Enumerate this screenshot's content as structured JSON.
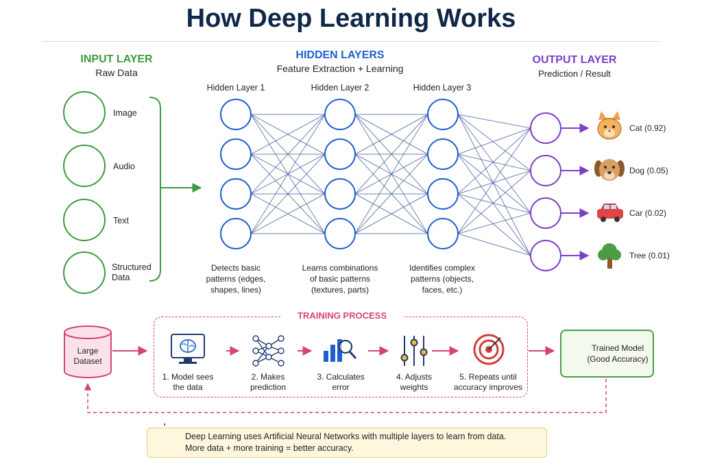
{
  "title": "How Deep Learning Works",
  "input_layer": {
    "title": "INPUT LAYER",
    "subtitle": "Raw Data",
    "items": [
      {
        "label": "Image",
        "icon": "image-icon"
      },
      {
        "label": "Audio",
        "icon": "audio-waveform-icon"
      },
      {
        "label": "Text",
        "icon": "document-icon"
      },
      {
        "label": "Structured Data",
        "icon": "table-icon"
      }
    ]
  },
  "hidden_layers": {
    "title": "HIDDEN LAYERS",
    "subtitle": "Feature Extraction + Learning",
    "layers": [
      {
        "title": "Hidden Layer 1",
        "desc": [
          "Detects basic",
          "patterns (edges,",
          "shapes, lines)"
        ]
      },
      {
        "title": "Hidden Layer 2",
        "desc": [
          "Learns combinations",
          "of basic patterns",
          "(textures, parts)"
        ]
      },
      {
        "title": "Hidden Layer 3",
        "desc": [
          "Identifies complex",
          "patterns (objects,",
          "faces, etc.)"
        ]
      }
    ]
  },
  "output_layer": {
    "title": "OUTPUT LAYER",
    "subtitle": "Prediction / Result",
    "outputs": [
      {
        "label": "Cat (0.92)",
        "icon": "cat-icon"
      },
      {
        "label": "Dog (0.05)",
        "icon": "dog-icon"
      },
      {
        "label": "Car (0.02)",
        "icon": "car-icon"
      },
      {
        "label": "Tree (0.01)",
        "icon": "tree-icon"
      }
    ]
  },
  "training": {
    "title": "TRAINING PROCESS",
    "dataset_label": [
      "Large",
      "Dataset"
    ],
    "steps": [
      {
        "label": [
          "1. Model sees",
          "the data"
        ],
        "icon": "monitor-brain-icon"
      },
      {
        "label": [
          "2. Makes",
          "prediction"
        ],
        "icon": "network-icon"
      },
      {
        "label": [
          "3. Calculates",
          "error"
        ],
        "icon": "chart-magnifier-icon"
      },
      {
        "label": [
          "4. Adjusts",
          "weights"
        ],
        "icon": "sliders-icon"
      },
      {
        "label": [
          "5. Repeats until",
          "accuracy improves"
        ],
        "icon": "target-icon"
      }
    ],
    "result_label": [
      "Trained Model",
      "(Good Accuracy)"
    ]
  },
  "note": {
    "lines": [
      "Deep Learning uses Artificial Neural Networks with multiple layers to learn from data.",
      "More data + more training = better accuracy."
    ],
    "icon": "lightbulb-icon"
  },
  "colors": {
    "title": "#0f2749",
    "input": "#3c9a3f",
    "hidden": "#1f5fd0",
    "output": "#7b3fc4",
    "training": "#d6427a",
    "connection": "#3d5a99"
  }
}
